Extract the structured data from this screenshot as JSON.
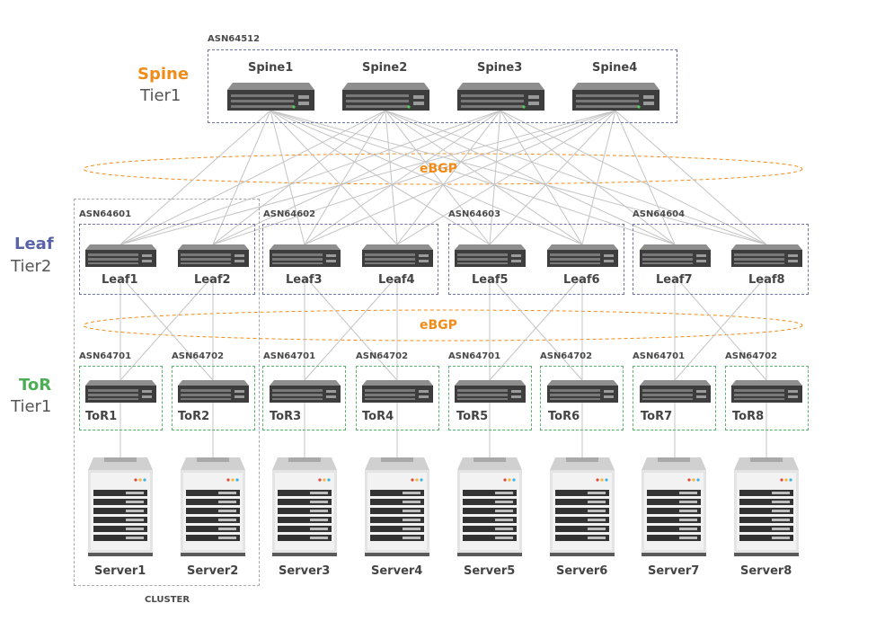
{
  "tiers": {
    "spine": {
      "name": "Spine",
      "level": "Tier1",
      "color": "#f08c1a"
    },
    "leaf": {
      "name": "Leaf",
      "level": "Tier2",
      "color": "#5b63a8"
    },
    "tor": {
      "name": "ToR",
      "level": "Tier1",
      "color": "#4cae55"
    }
  },
  "spine": {
    "asn": "ASN64512",
    "switches": [
      "Spine1",
      "Spine2",
      "Spine3",
      "Spine4"
    ]
  },
  "ebgp_labels": [
    "eBGP",
    "eBGP"
  ],
  "leaf_groups": [
    {
      "asn": "ASN64601",
      "leaves": [
        "Leaf1",
        "Leaf2"
      ]
    },
    {
      "asn": "ASN64602",
      "leaves": [
        "Leaf3",
        "Leaf4"
      ]
    },
    {
      "asn": "ASN64603",
      "leaves": [
        "Leaf5",
        "Leaf6"
      ]
    },
    {
      "asn": "ASN64604",
      "leaves": [
        "Leaf7",
        "Leaf8"
      ]
    }
  ],
  "tors": [
    {
      "asn": "ASN64701",
      "name": "ToR1"
    },
    {
      "asn": "ASN64702",
      "name": "ToR2"
    },
    {
      "asn": "ASN64701",
      "name": "ToR3"
    },
    {
      "asn": "ASN64702",
      "name": "ToR4"
    },
    {
      "asn": "ASN64701",
      "name": "ToR5"
    },
    {
      "asn": "ASN64702",
      "name": "ToR6"
    },
    {
      "asn": "ASN64701",
      "name": "ToR7"
    },
    {
      "asn": "ASN64702",
      "name": "ToR8"
    }
  ],
  "servers": [
    "Server1",
    "Server2",
    "Server3",
    "Server4",
    "Server5",
    "Server6",
    "Server7",
    "Server8"
  ],
  "cluster_label": "CLUSTER",
  "icons": {
    "switch": "network-switch-icon",
    "server": "rack-server-icon"
  },
  "colors": {
    "link": "#c4c4c4",
    "ebgp": "#f08c1a",
    "tor_box": "#5bb36b",
    "asn_box": "#6f74a3"
  }
}
